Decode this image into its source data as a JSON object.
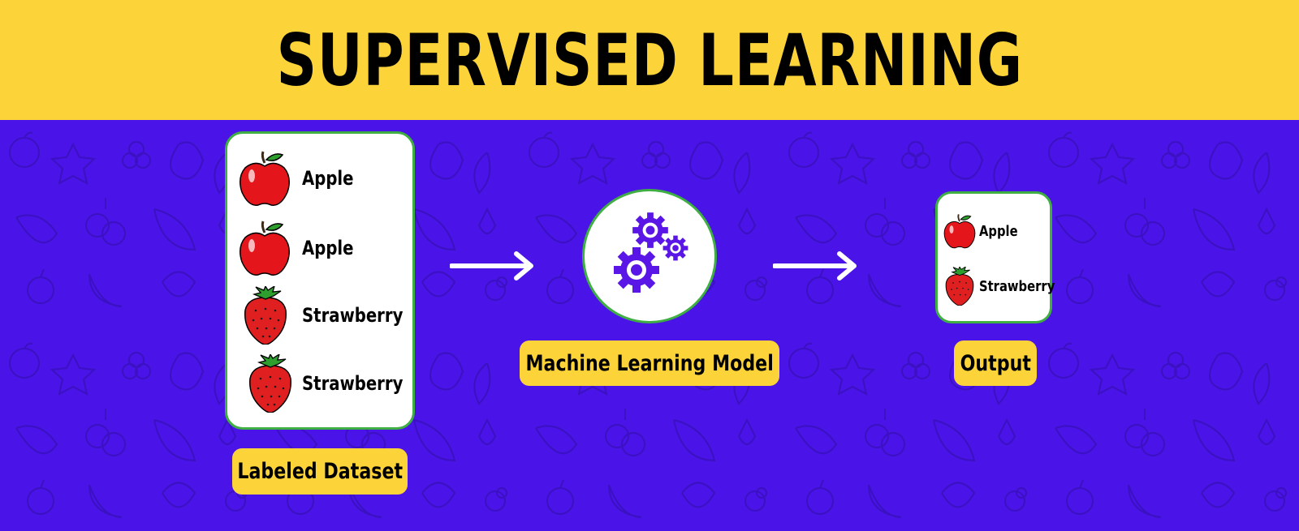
{
  "title": "SUPERVISED LEARNING",
  "dataset": {
    "label": "Labeled Dataset",
    "items": [
      {
        "fruit": "apple-icon",
        "label": "Apple"
      },
      {
        "fruit": "apple-icon",
        "label": "Apple"
      },
      {
        "fruit": "strawberry-icon",
        "label": "Strawberry"
      },
      {
        "fruit": "strawberry-icon",
        "label": "Strawberry"
      }
    ]
  },
  "model": {
    "label": "Machine Learning Model",
    "icon": "gears-icon"
  },
  "output": {
    "label": "Output",
    "items": [
      {
        "fruit": "apple-icon",
        "label": "Apple"
      },
      {
        "fruit": "strawberry-icon",
        "label": "Strawberry"
      }
    ]
  },
  "colors": {
    "background": "#4a14e8",
    "banner": "#fcd439",
    "border": "#3fae43",
    "gears": "#5a16e6"
  }
}
